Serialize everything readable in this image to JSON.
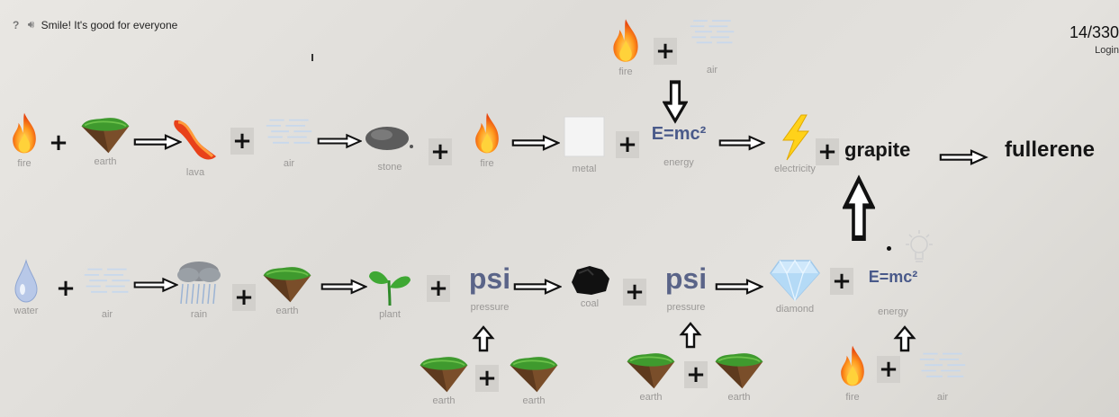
{
  "header": {
    "help_icon": "?",
    "tip": "Smile! It's good for everyone",
    "counter": "14/330",
    "login": "Login"
  },
  "labels": {
    "fire": "fire",
    "earth": "earth",
    "lava": "lava",
    "air": "air",
    "stone": "stone",
    "metal": "metal",
    "energy": "energy",
    "electricity": "electricity",
    "water": "water",
    "rain": "rain",
    "plant": "plant",
    "pressure": "pressure",
    "coal": "coal",
    "diamond": "diamond"
  },
  "formula": "E=mc²",
  "psi": "psi",
  "plus": "+",
  "words": {
    "grapite": "grapite",
    "fullerene": "fullerene"
  },
  "colors": {
    "background": "#e2e0dc",
    "plus_box": "#d2d0cc"
  }
}
